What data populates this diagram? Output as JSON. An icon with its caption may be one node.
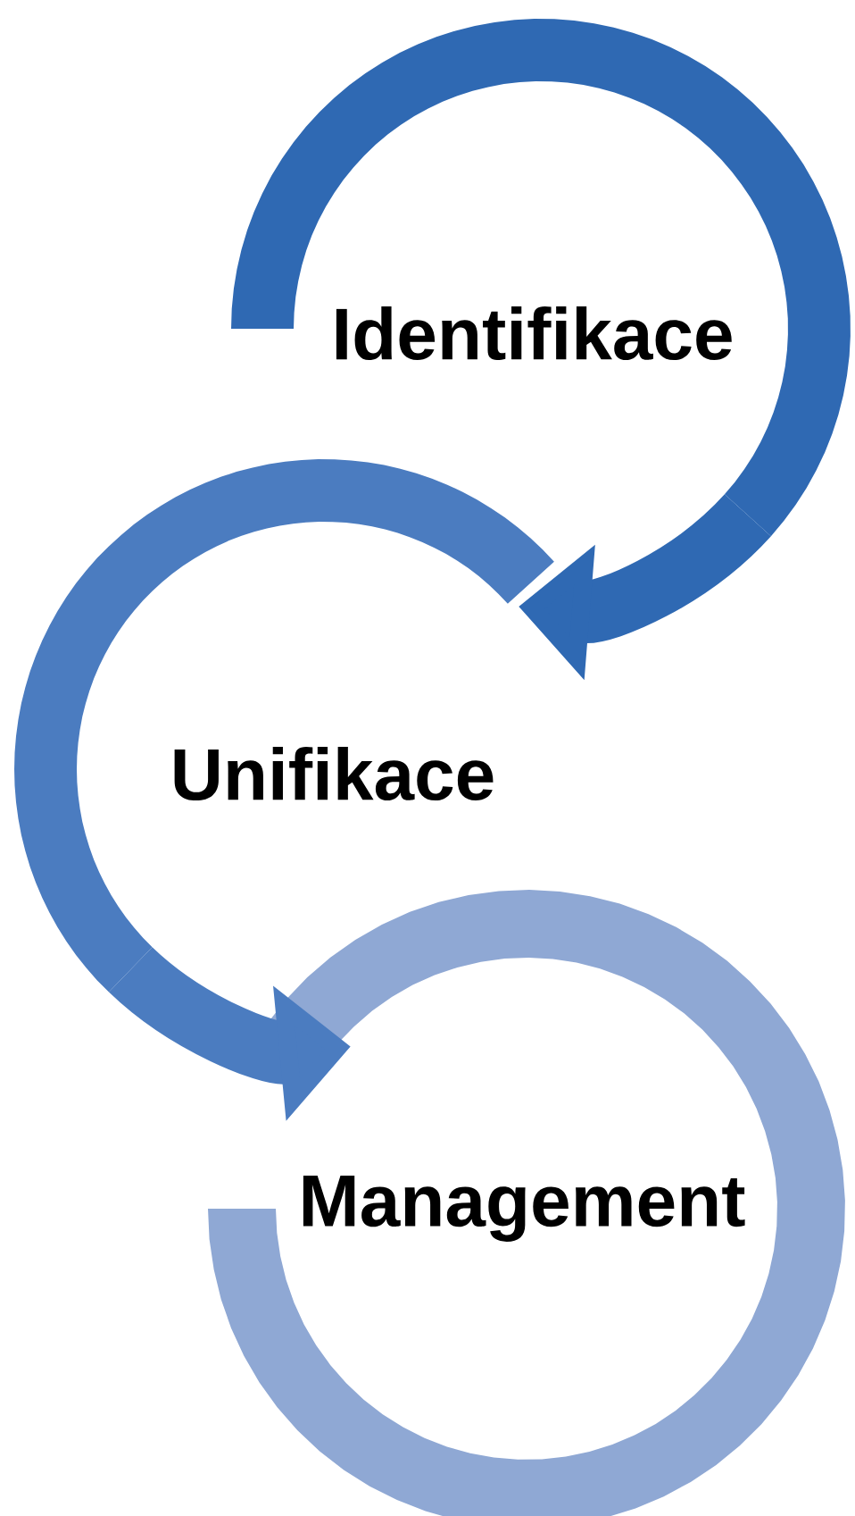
{
  "diagram": {
    "nodes": [
      {
        "text": [
          "Identifikace"
        ]
      },
      {
        "text": [
          "Unifikace"
        ]
      },
      {
        "text": [
          "Management"
        ]
      }
    ],
    "edges": [
      {
        "from": 0,
        "to": 1,
        "arrow": "to"
      },
      {
        "from": 1,
        "to": 2,
        "arrow": "to"
      }
    ]
  }
}
